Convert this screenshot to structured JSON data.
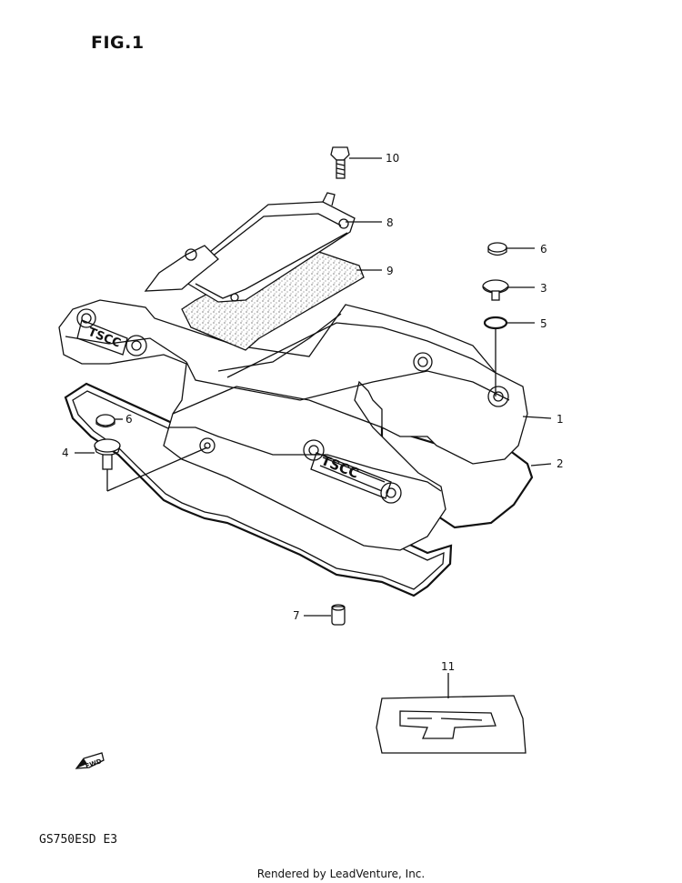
{
  "figure": {
    "title": "FIG.1",
    "model_code": "GS750ESD  E3",
    "footer": "Rendered by LeadVenture, Inc."
  },
  "callouts": [
    {
      "id": "c1",
      "label": "1"
    },
    {
      "id": "c2",
      "label": "2"
    },
    {
      "id": "c3",
      "label": "3"
    },
    {
      "id": "c4",
      "label": "4"
    },
    {
      "id": "c5",
      "label": "5"
    },
    {
      "id": "c6a",
      "label": "6"
    },
    {
      "id": "c6b",
      "label": "6"
    },
    {
      "id": "c7",
      "label": "7"
    },
    {
      "id": "c8",
      "label": "8"
    },
    {
      "id": "c9",
      "label": "9"
    },
    {
      "id": "c10",
      "label": "10"
    },
    {
      "id": "c11",
      "label": "11"
    }
  ],
  "embossing": {
    "cover_text": "TSCC",
    "fwd_arrow": "FWD"
  }
}
